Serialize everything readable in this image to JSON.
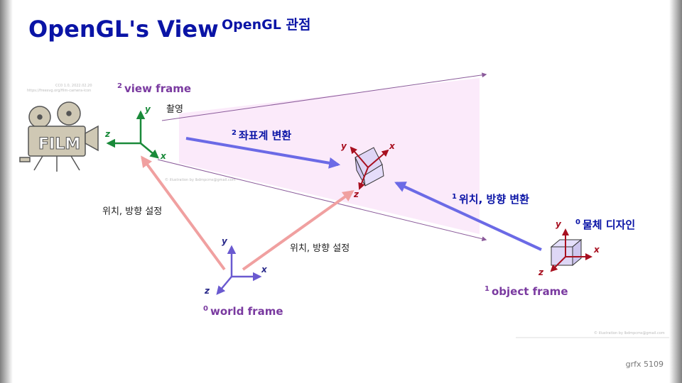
{
  "title": "OpenGL's View",
  "subtitle": "OpenGL 관점",
  "film_text": "FILM",
  "credits": {
    "film_license": "CC0 1.0, 2022.02.20",
    "film_url": "https://freesvg.org/film-camera-icon",
    "illus_1": "© illustration by lbdmpcms@gmail.com",
    "illus_2": "© illustration by lbdmpcms@gmail.com"
  },
  "frames": {
    "view": {
      "index": "2",
      "label": "view frame"
    },
    "world": {
      "index": "0",
      "label": "world frame"
    },
    "object": {
      "index": "1",
      "label": "object frame"
    }
  },
  "axes": {
    "x": "x",
    "y": "y",
    "z": "z"
  },
  "annotations": {
    "shoot": "촬영",
    "coord_transform_index": "2",
    "coord_transform": "좌표계 변환",
    "pos_dir_left": "위치, 방향 설정",
    "pos_dir_mid": "위치, 방향 설정",
    "pos_dir_transform_index": "1",
    "pos_dir_transform": "위치, 방향 변환",
    "object_design_index": "0",
    "object_design": "물체 디자인"
  },
  "footer": "grfx  5109",
  "colors": {
    "title": "#0a14a6",
    "view_axes": "#1a8a3a",
    "world_axes": "#6a5ad0",
    "object_axes": "#a81020",
    "frustum_fill": "#fbe8fa",
    "blue_arrow": "#6b6ae6",
    "pink_arrow": "#f0a0a0",
    "frame_label": "#7a3aa0"
  }
}
